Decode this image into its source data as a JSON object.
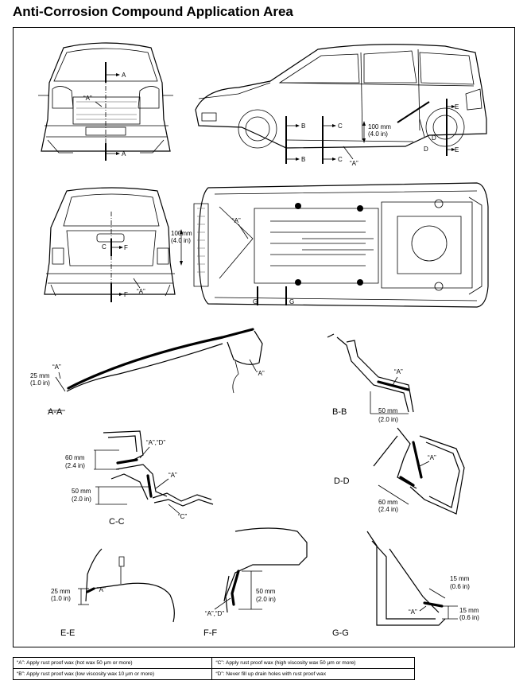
{
  "title": "Anti-Corrosion Compound Application Area",
  "callouts": {
    "a": "“A”",
    "ad": "“A”,“D”",
    "c": "“C”",
    "cut_a": "A",
    "cut_b": "B",
    "cut_c": "C",
    "cut_d": "D",
    "cut_e": "E",
    "cut_f": "F",
    "cut_g": "G"
  },
  "dimensions": {
    "side_100mm": "100 mm",
    "side_4in": "(4.0 in)",
    "rear_100mm": "100mm",
    "rear_4in": "(4.0 in)",
    "aa_25mm": "25 mm",
    "aa_1in": "(1.0 in)",
    "bb_50mm": "50 mm",
    "bb_2in": "(2.0 in)",
    "cc_60mm": "60 mm",
    "cc_24in": "(2.4 in)",
    "cc_50mm": "50 mm",
    "cc_2in": "(2.0 in)",
    "dd_60mm": "60 mm",
    "dd_24in": "(2.4 in)",
    "ee_25mm": "25 mm",
    "ee_1in": "(1.0 in)",
    "ff_50mm": "50 mm",
    "ff_2in": "(2.0 in)",
    "gg_15mm": "15 mm",
    "gg_06in": "(0.6 in)"
  },
  "sections": {
    "aa": "A-A",
    "bb": "B-B",
    "cc": "C-C",
    "dd": "D-D",
    "ee": "E-E",
    "ff": "F-F",
    "gg": "G-G"
  },
  "legend": [
    [
      "“A”:   Apply rust proof wax (hot wax 50 μm or more)",
      "“C”:   Apply rust proof wax (high viscosity wax 50 μm or more)"
    ],
    [
      "“B”:   Apply rust proof wax (low viscosity wax 10 μm or more)",
      "“D”:   Never fill up drain holes with rust proof wax"
    ]
  ]
}
